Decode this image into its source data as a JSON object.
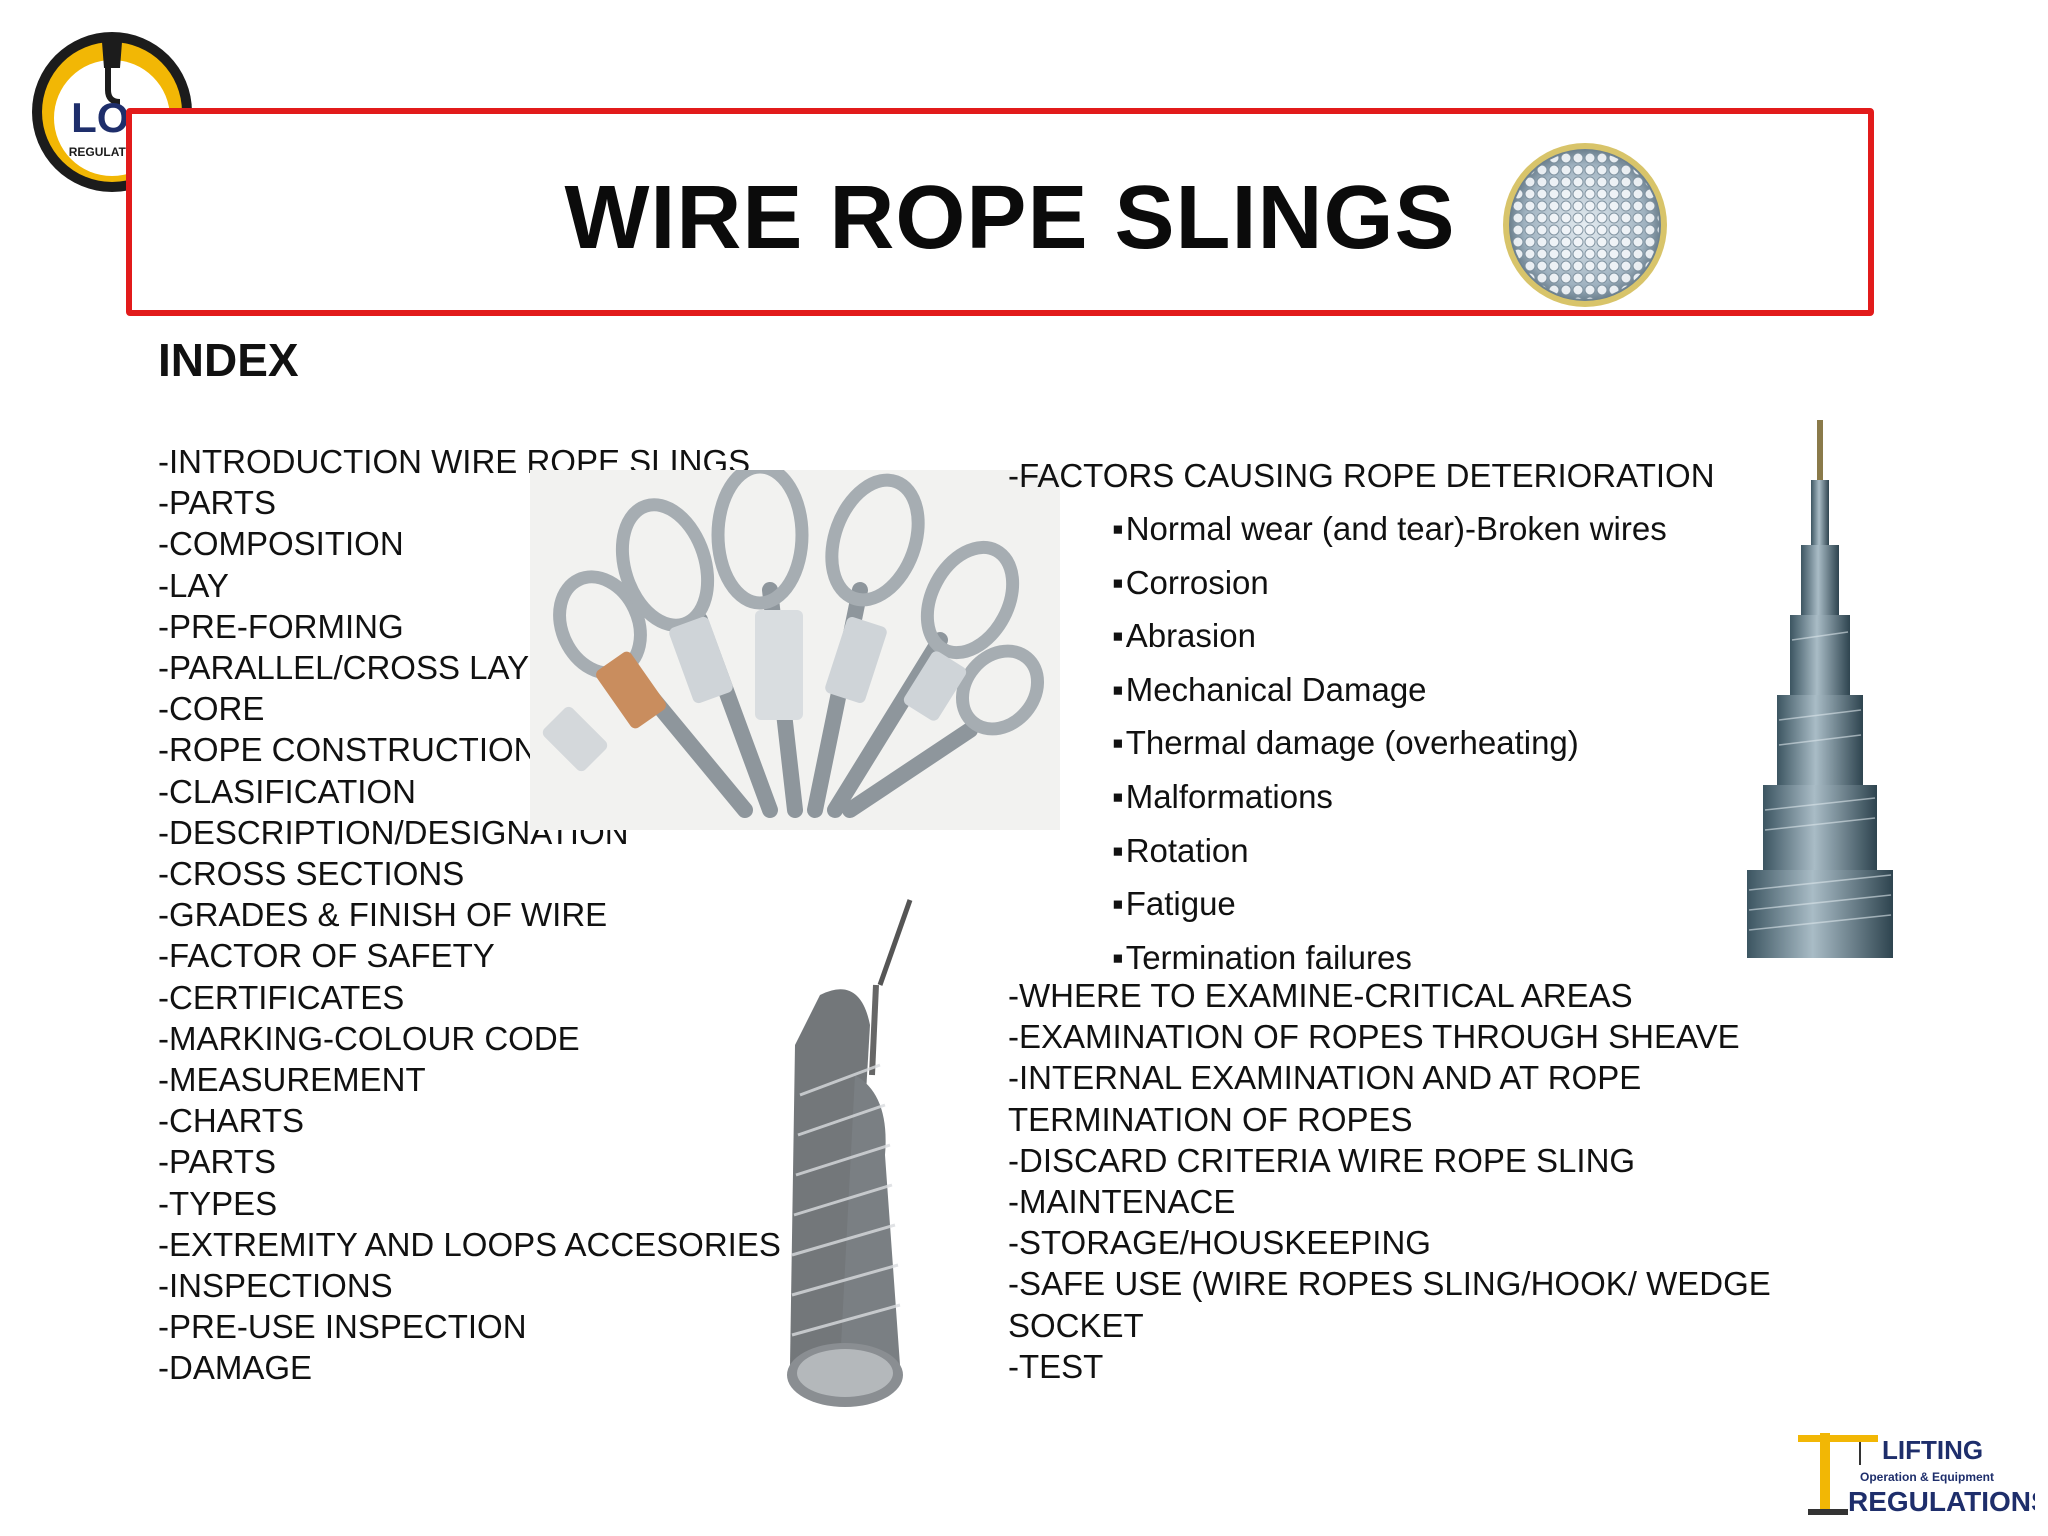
{
  "logo": {
    "main": "LOe",
    "sub": "REGULATIONS"
  },
  "title": "WIRE ROPE SLINGS",
  "index_heading": "INDEX",
  "left_items": [
    "-INTRODUCTION WIRE ROPE SLINGS",
    "-PARTS",
    "-COMPOSITION",
    "-LAY",
    "-PRE-FORMING",
    "-PARALLEL/CROSS LAY",
    "-CORE",
    "-ROPE CONSTRUCTION",
    "-CLASIFICATION",
    "-DESCRIPTION/DESIGNATION",
    "-CROSS SECTIONS",
    "-GRADES & FINISH OF WIRE",
    "-FACTOR OF SAFETY",
    "-CERTIFICATES",
    "-MARKING-COLOUR CODE",
    "-MEASUREMENT",
    "-CHARTS",
    "-PARTS",
    "-TYPES",
    "-EXTREMITY AND LOOPS ACCESORIES",
    "-INSPECTIONS",
    "-PRE-USE INSPECTION",
    "-DAMAGE"
  ],
  "right_heading": "-FACTORS CAUSING ROPE DETERIORATION",
  "bullets": [
    "Normal wear (and tear)-Broken wires",
    "Corrosion",
    "Abrasion",
    "Mechanical Damage",
    "Thermal damage (overheating)",
    "Malformations",
    "Rotation",
    "Fatigue",
    "Termination failures"
  ],
  "right_items": [
    "-WHERE TO EXAMINE-CRITICAL AREAS",
    "-EXAMINATION OF ROPES THROUGH SHEAVE",
    "-INTERNAL EXAMINATION AND AT ROPE",
    "TERMINATION OF ROPES",
    "-DISCARD CRITERIA  WIRE ROPE SLING",
    "-MAINTENACE",
    "-STORAGE/HOUSKEEPING",
    "-SAFE USE  (WIRE ROPES SLING/HOOK/ WEDGE",
    "SOCKET",
    "-TEST"
  ],
  "footer_logo": {
    "line1": "LIFTING",
    "line2": "Operation & Equipment",
    "line3": "REGULATIONS"
  },
  "colors": {
    "frame": "#e21b1b",
    "logo_yellow": "#f2b705",
    "logo_orange": "#e86a1a"
  }
}
